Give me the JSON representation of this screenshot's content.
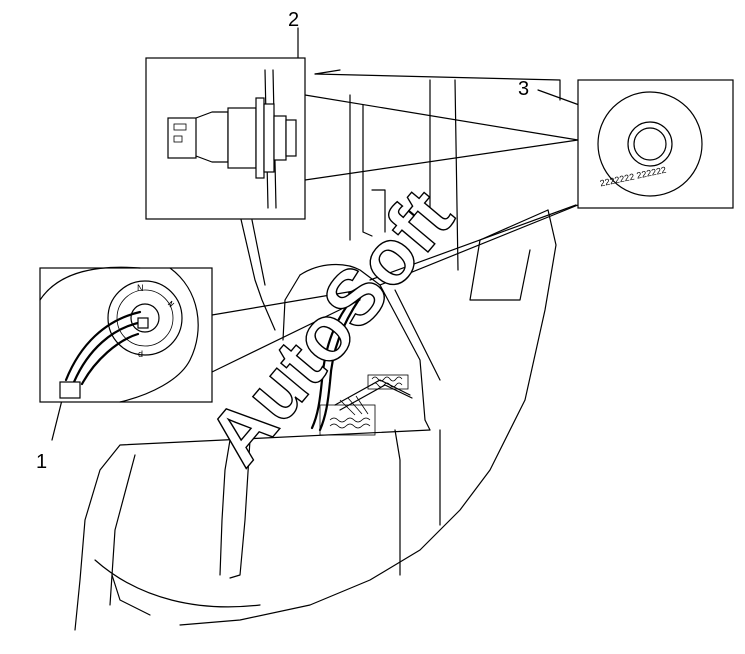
{
  "callouts": [
    {
      "number": "1"
    },
    {
      "number": "2"
    },
    {
      "number": "3"
    }
  ],
  "watermark": "AutoSoft",
  "detail_1_labels": {
    "n": "N",
    "d": "d"
  },
  "detail_3_text": "2222222 222222"
}
